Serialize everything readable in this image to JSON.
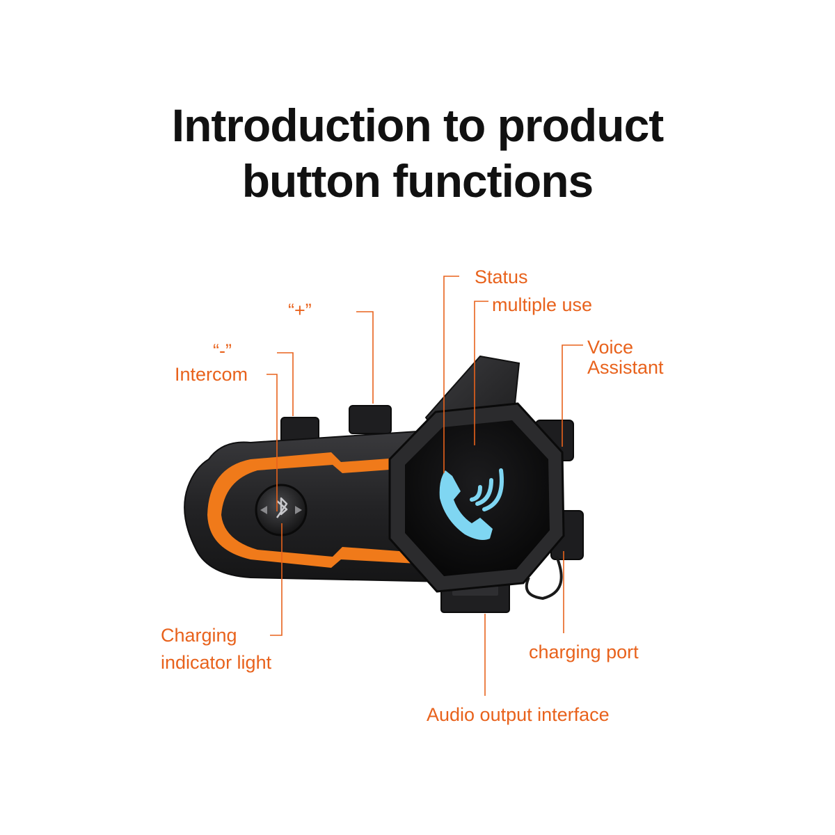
{
  "title": {
    "line1": "Introduction to product",
    "line2": "button functions"
  },
  "labels": {
    "status": "Status",
    "multiple_use": "multiple use",
    "plus": "“+”",
    "minus": "“-”",
    "intercom": "Intercom",
    "voice_line1": "Voice",
    "voice_line2": "Assistant",
    "charging_line1": "Charging",
    "charging_line2": "indicator light",
    "charging_port": "charging port",
    "audio_output": "Audio output interface"
  },
  "colors": {
    "label": "#e8621c",
    "leader": "#e8621c",
    "accent_orange": "#f07a1a",
    "body": "#2a2a2c",
    "screen_icon": "#7fd6f2"
  },
  "icons": {
    "screen": "phone-call-icon",
    "center_button": "bluetooth-icon"
  }
}
